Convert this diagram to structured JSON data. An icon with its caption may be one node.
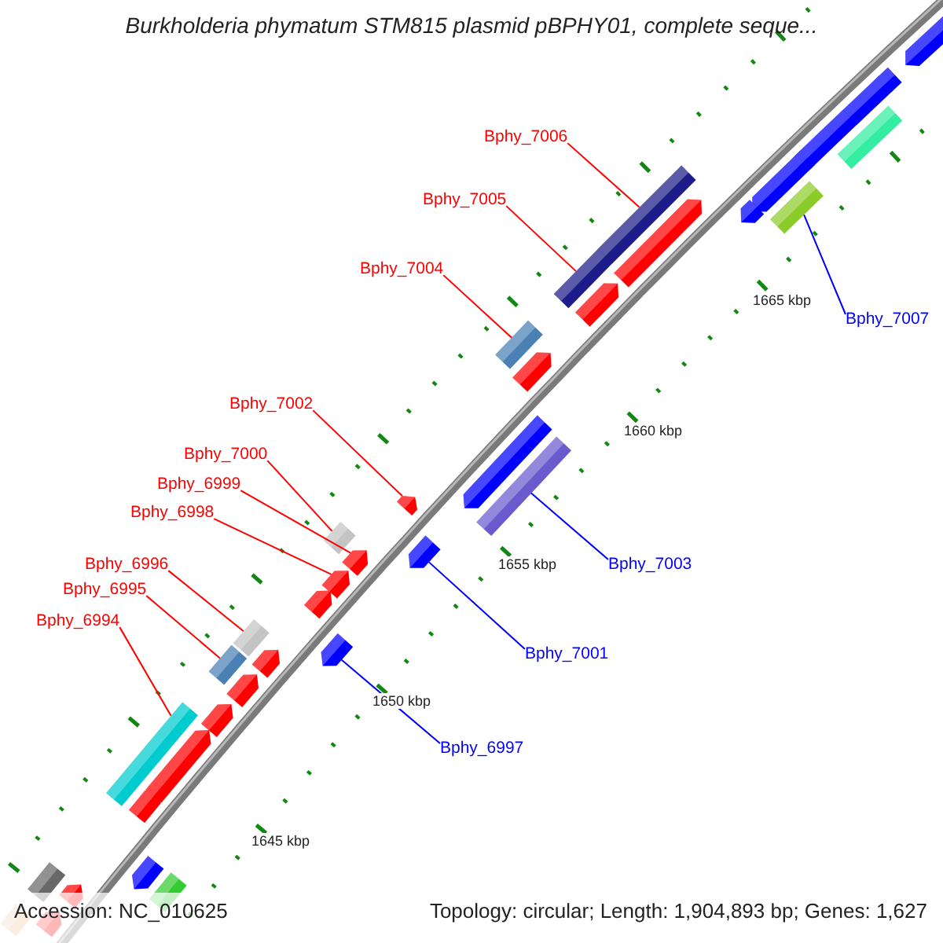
{
  "diagram": {
    "title": "Burkholderia phymatum STM815 plasmid pBPHY01, complete seque...",
    "nodes": [
      {
        "text": [
          "Bphy_7006"
        ]
      },
      {
        "text": [
          "Bphy_7005"
        ]
      },
      {
        "text": [
          "Bphy_7004"
        ]
      },
      {
        "text": [
          "Bphy_7007"
        ]
      },
      {
        "text": [
          "Bphy_7002"
        ]
      },
      {
        "text": [
          "Bphy_7000"
        ]
      },
      {
        "text": [
          "Bphy_6999"
        ]
      },
      {
        "text": [
          "Bphy_6998"
        ]
      },
      {
        "text": [
          "Bphy_6996"
        ]
      },
      {
        "text": [
          "Bphy_7003"
        ]
      },
      {
        "text": [
          "Bphy_6995"
        ]
      },
      {
        "text": [
          "Bphy_6994"
        ]
      },
      {
        "text": [
          "Bphy_7001"
        ]
      },
      {
        "text": [
          "Bphy_6997"
        ]
      },
      {
        "text": [],
        "shape": "arrow"
      },
      {
        "text": [],
        "shape": "arrow"
      },
      {
        "text": [],
        "shape": "arrow"
      },
      {
        "text": [],
        "shape": "arrow"
      },
      {
        "text": [],
        "shape": "box"
      },
      {
        "text": [],
        "shape": "arrow"
      },
      {
        "text": [],
        "shape": "arrow"
      },
      {
        "text": [],
        "shape": "box"
      },
      {
        "text": [],
        "shape": "arrow"
      },
      {
        "text": [],
        "shape": "box"
      },
      {
        "text": [],
        "shape": "arrow"
      },
      {
        "text": [],
        "shape": "box"
      },
      {
        "text": [],
        "shape": "arrow"
      },
      {
        "text": [],
        "shape": "box"
      },
      {
        "text": [],
        "shape": "arrow"
      },
      {
        "text": [],
        "shape": "arrow"
      },
      {
        "text": [],
        "shape": "box"
      },
      {
        "text": [],
        "shape": "arrow"
      },
      {
        "text": [],
        "shape": "box"
      },
      {
        "text": [],
        "shape": "arrow"
      },
      {
        "text": [],
        "shape": "arrow"
      },
      {
        "text": [],
        "shape": "arrow"
      },
      {
        "text": [],
        "shape": "arrow"
      },
      {
        "text": [],
        "shape": "box"
      },
      {
        "text": [],
        "shape": "arrow"
      },
      {
        "text": [],
        "shape": "arrow"
      },
      {
        "text": [],
        "shape": "box"
      },
      {
        "text": [],
        "shape": "arrow"
      },
      {
        "text": [],
        "shape": "arrow"
      },
      {
        "text": [],
        "shape": "box"
      },
      {
        "text": [],
        "shape": "arrow"
      },
      {
        "text": [],
        "shape": "arrow"
      },
      {
        "text": [],
        "shape": "arrow"
      },
      {
        "text": [],
        "shape": "box"
      },
      {
        "text": [],
        "shape": "box"
      },
      {
        "text": [],
        "shape": "arrow"
      },
      {
        "text": [],
        "shape": "arrow"
      },
      {
        "text": [],
        "shape": "box"
      }
    ],
    "edges": [
      {
        "from": 0,
        "to": 23,
        "arrow": "none"
      },
      {
        "from": 1,
        "to": 25,
        "arrow": "none"
      },
      {
        "from": 2,
        "to": 27,
        "arrow": "none"
      },
      {
        "from": 3,
        "to": 21,
        "arrow": "none",
        "color": "#0000ff"
      },
      {
        "from": 4,
        "to": 31,
        "arrow": "none"
      },
      {
        "from": 5,
        "to": 32,
        "arrow": "none"
      },
      {
        "from": 6,
        "to": 34,
        "arrow": "none"
      },
      {
        "from": 7,
        "to": 35,
        "arrow": "none"
      },
      {
        "from": 8,
        "to": 37,
        "arrow": "none"
      },
      {
        "from": 9,
        "to": 30,
        "arrow": "none",
        "color": "#0000ff"
      },
      {
        "from": 10,
        "to": 40,
        "arrow": "none"
      },
      {
        "from": 11,
        "to": 43,
        "arrow": "none"
      },
      {
        "from": 12,
        "to": 33,
        "arrow": "none",
        "color": "#0000ff"
      },
      {
        "from": 13,
        "to": 38,
        "arrow": "none",
        "color": "#0000ff"
      }
    ],
    "labels": [
      "1665 kbp",
      "1660 kbp",
      "1655 kbp",
      "1650 kbp",
      "1645 kbp",
      "Accession: NC_010625",
      "Topology: circular; Length: 1,904,893 bp; Genes: 1,627"
    ]
  }
}
